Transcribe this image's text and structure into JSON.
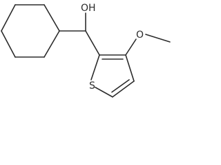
{
  "structure": {
    "labels": {
      "hydroxyl": "OH",
      "methoxy_oxygen": "O",
      "sulfur": "S"
    },
    "colors": {
      "bond": "#2b2b2b",
      "text": "#2b2b2b",
      "background": "#ffffff"
    }
  }
}
